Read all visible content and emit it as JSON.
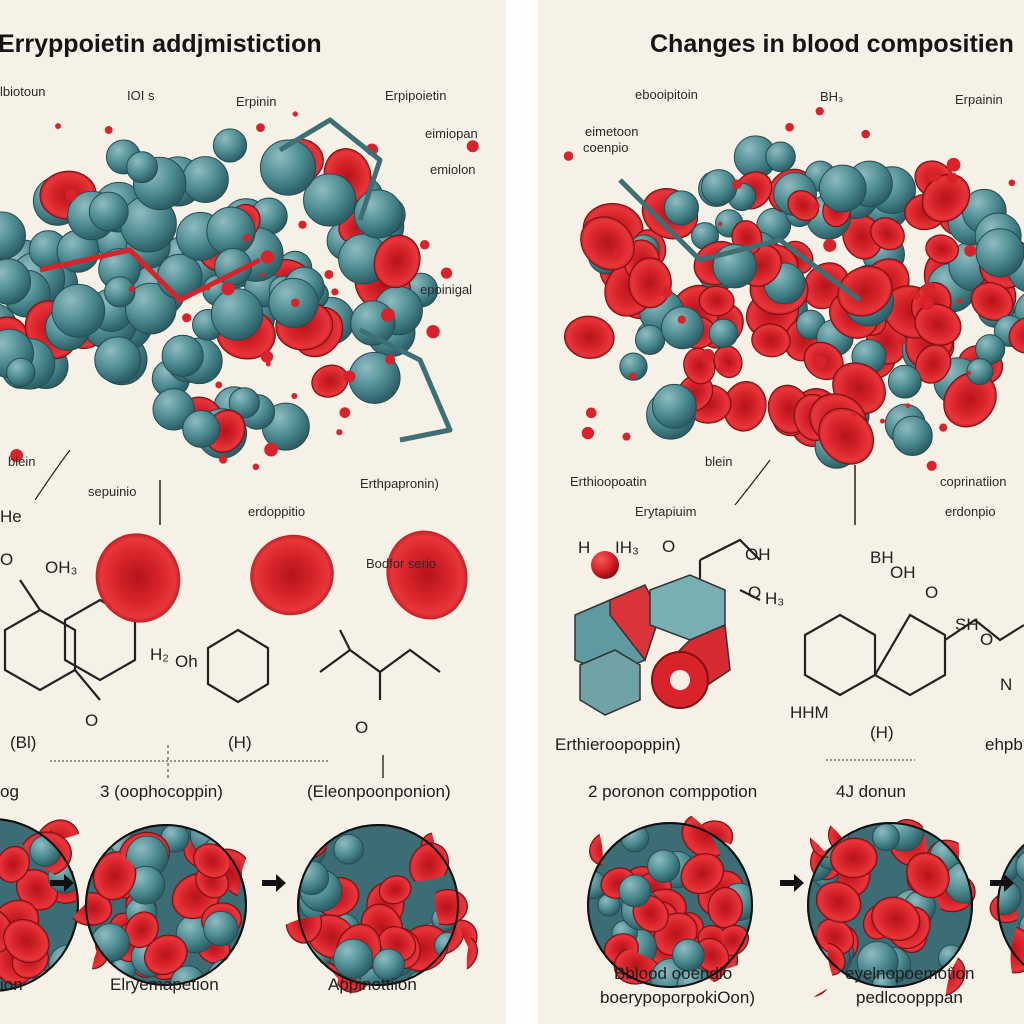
{
  "colors": {
    "paper": "#f6f1e7",
    "teal": "#3f7f86",
    "teal_light": "#6fa3a8",
    "red": "#d8232a",
    "red_dark": "#9e1218",
    "ink": "#1e1e1e"
  },
  "left_panel": {
    "title": "Erryppoietin   addjmistiction",
    "labels": [
      "lbiotoun",
      "IOI s",
      "Erpinin",
      "Erpipoietin",
      "eimiopan",
      "emiolon",
      "epoinigal",
      "blein",
      "sepuinio",
      "Erthpapronin)",
      "erdoppitio",
      "Bodfor serio"
    ],
    "chem_labels": [
      "He",
      "O",
      "OH₃",
      "H₂",
      "Oh",
      "(Bl)",
      "(H)",
      "O",
      "O"
    ],
    "stage_labels": [
      "og",
      "3 (oophocoppin)",
      "(Eleonpoonponion)"
    ],
    "stage_captions": [
      "ion",
      "Elryemapetion",
      "Appinottiion"
    ]
  },
  "right_panel": {
    "title": "Changes    in  blood compositien",
    "labels": [
      "ebooipitoin",
      "BH₃",
      "Erpainin",
      "eimetoon",
      "coenpio",
      "Erthioopoatin",
      "blein",
      "coprinatiion",
      "Erytapiuim",
      "erdonpio"
    ],
    "chem_labels": [
      "H",
      "IH₃",
      "O",
      "OH",
      "O",
      "H₃",
      "BH",
      "OH",
      "O",
      "SH",
      "HHM",
      "(H)",
      "O",
      "N"
    ],
    "stage_labels": [
      "Erthieroopoppin)",
      "ehpb",
      "2 poronon comppotion",
      "4J donun"
    ],
    "stage_captions": [
      "Bblood ooendio",
      "boerypoporpokiOon)",
      "eyelnopoemotion",
      "pedlcoopppan"
    ]
  }
}
